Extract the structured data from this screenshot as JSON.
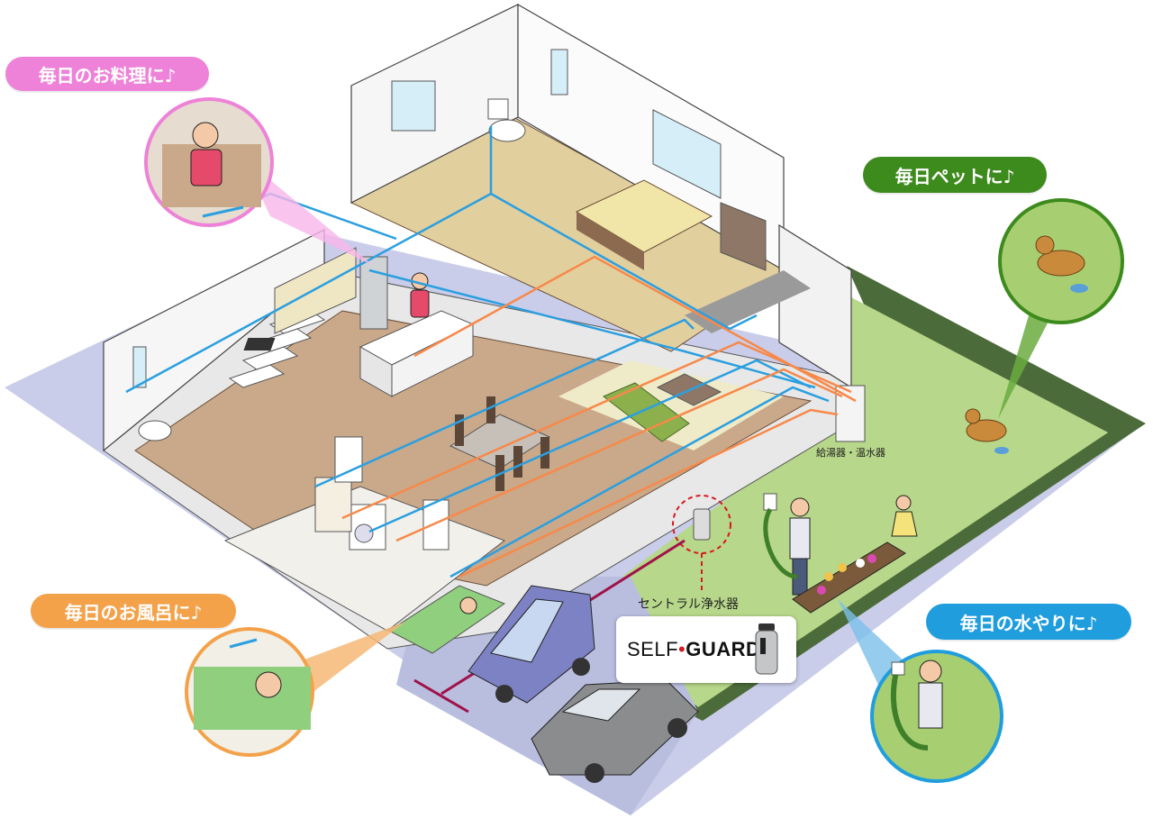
{
  "callouts": {
    "cooking": "毎日のお料理に♪",
    "pet": "毎日ペットに♪",
    "bath": "毎日のお風呂に♪",
    "watering": "毎日の水やりに♪"
  },
  "labels": {
    "water_heater": "給湯器・温水器",
    "central_purifier": "セントラル浄水器"
  },
  "brand": {
    "part1": "SELF",
    "separator": "•",
    "part2": "GUARD"
  },
  "colors": {
    "cold_pipe": "#2b9fe0",
    "hot_pipe": "#f7894a",
    "supply_pipe": "#a0124a",
    "lawn": "#b7d78a",
    "hedge": "#4c6b3a",
    "floor_wood": "#c9a98a",
    "cooking": "#ee82d8",
    "pet": "#3d8a1d",
    "bath": "#f3a24a",
    "watering": "#1f9ddd"
  }
}
